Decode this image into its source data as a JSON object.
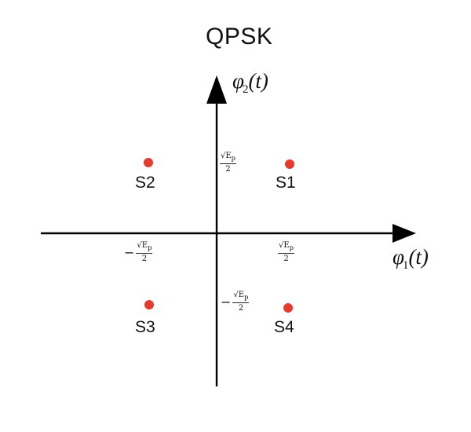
{
  "diagram": {
    "title": "QPSK",
    "axes": {
      "x_label_var": "φ",
      "x_label_sub": "1",
      "x_label_arg": "(t)",
      "y_label_var": "φ",
      "y_label_sub": "2",
      "y_label_arg": "(t)"
    },
    "tick_fraction": {
      "numerator": "√E",
      "numerator_sub": "p",
      "denominator": "2",
      "minus": "−"
    },
    "points": [
      {
        "label": "S1"
      },
      {
        "label": "S2"
      },
      {
        "label": "S3"
      },
      {
        "label": "S4"
      }
    ],
    "point_color": "#e53a2e"
  }
}
